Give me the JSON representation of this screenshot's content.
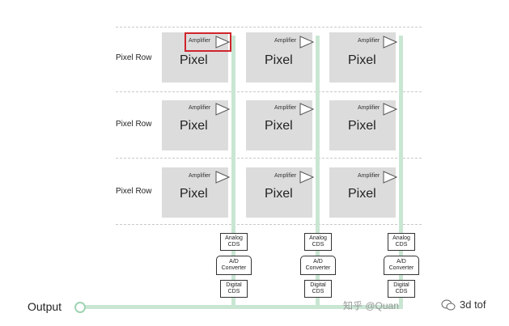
{
  "row_labels": [
    "Pixel Row",
    "Pixel Row",
    "Pixel Row"
  ],
  "pixel_label": "Pixel",
  "amplifier_label": "Amplifier",
  "boxes": {
    "analog_cds": [
      "Analog",
      "CDS"
    ],
    "ad_converter": [
      "A/D",
      "Converter"
    ],
    "digital_cds": [
      "Digital",
      "CDS"
    ]
  },
  "output_label": "Output",
  "watermark": {
    "left": "知乎 @Quan",
    "right": "3d tof"
  },
  "colors": {
    "bus": "#c9e6d3",
    "highlight": "#d0242b",
    "pixel_fill": "#dcdcdc"
  }
}
